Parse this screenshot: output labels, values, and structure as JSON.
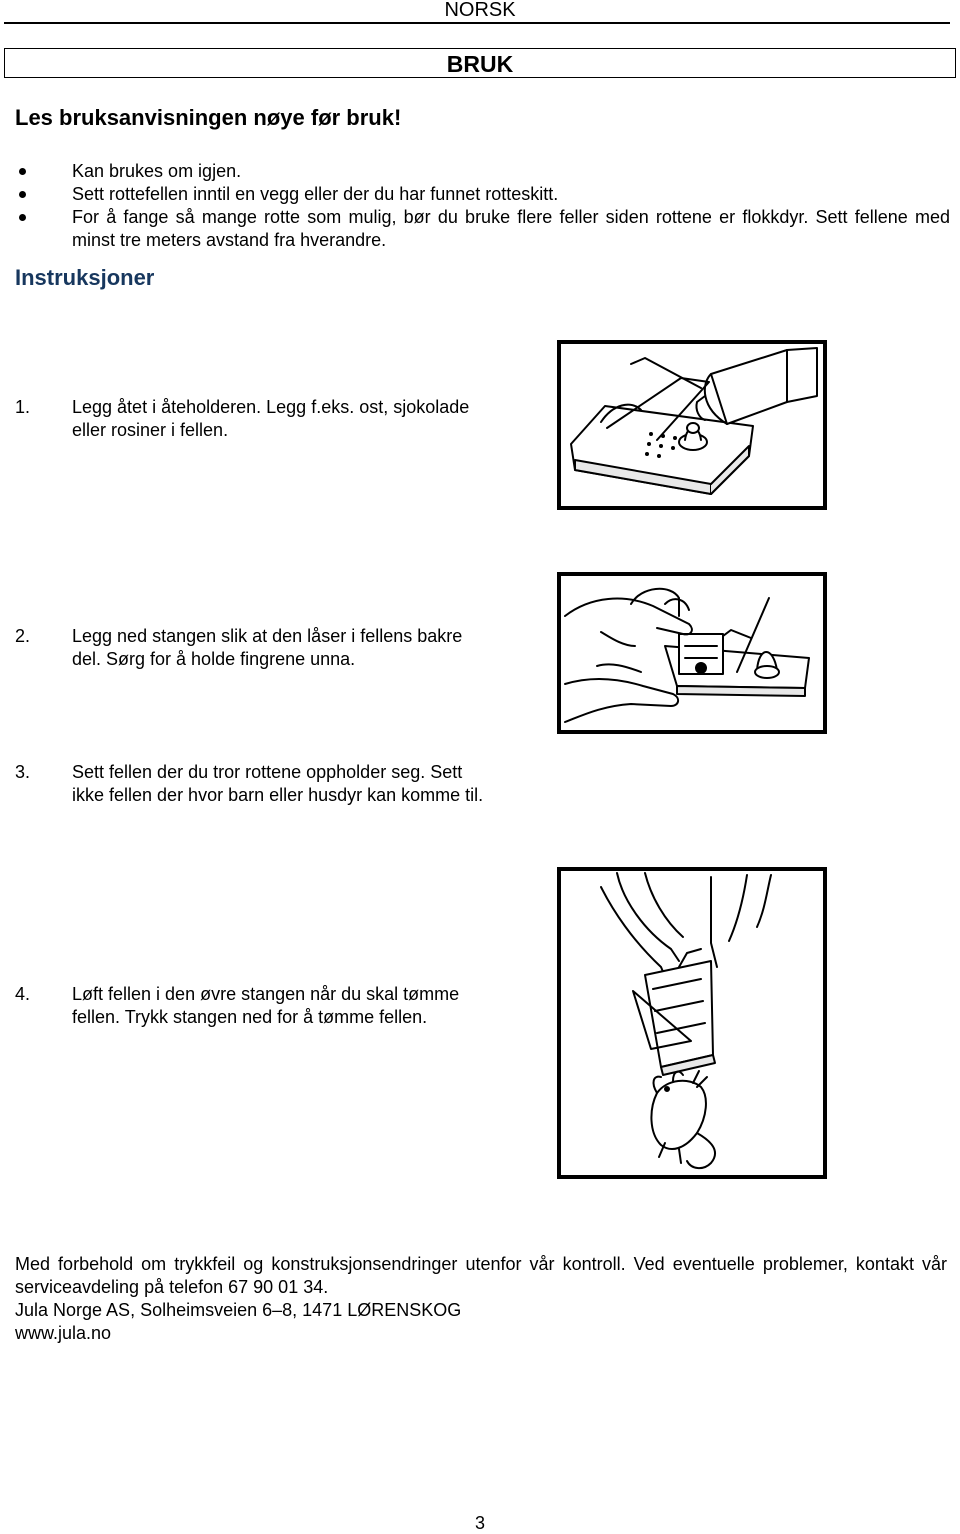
{
  "header": {
    "language": "NORSK",
    "section": "BRUK"
  },
  "warning": "Les bruksanvisningen nøye før bruk!",
  "bullets": [
    "Kan brukes om igjen.",
    "Sett rottefellen inntil en vegg eller der du har funnet rotteskitt.",
    "For å fange så mange rotte som mulig, bør du bruke flere feller siden rottene er flokkdyr. Sett fellene med minst tre meters avstand fra hverandre."
  ],
  "instructions": {
    "heading": "Instruksjoner",
    "steps": [
      {
        "number": "1.",
        "text": "Legg åtet i åteholderen. Legg f.eks. ost, sjokolade eller rosiner i fellen."
      },
      {
        "number": "2.",
        "text": "Legg ned stangen slik at den låser i fellens bakre del. Sørg for å holde fingrene unna."
      },
      {
        "number": "3.",
        "text": "Sett fellen der du tror rottene oppholder seg. Sett ikke fellen der hvor barn eller husdyr kan komme til."
      },
      {
        "number": "4.",
        "text": "Løft fellen i den øvre stangen når du skal tømme fellen. Trykk stangen ned for å tømme fellen."
      }
    ]
  },
  "footer": {
    "disclaimer": "Med forbehold om trykkfeil og konstruksjonsendringer utenfor vår kontroll. Ved eventuelle problemer, kontakt vår serviceavdeling på telefon 67 90 01 34.",
    "address": "Jula Norge AS, Solheimsveien 6–8, 1471 LØRENSKOG",
    "website": "www.jula.no"
  },
  "page_number": "3",
  "figures": [
    {
      "icon": "bait-trap-illustration"
    },
    {
      "icon": "set-trap-hands-illustration"
    },
    {
      "icon": "empty-trap-rat-illustration"
    }
  ]
}
